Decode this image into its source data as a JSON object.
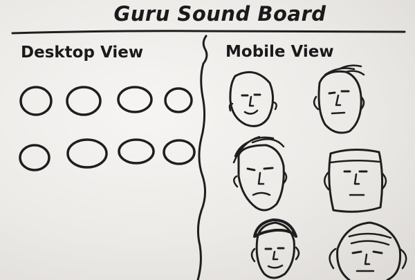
{
  "title": "Guru Sound Board",
  "desktop": {
    "label": "Desktop View",
    "rows": 2,
    "buttons_per_row": 4
  },
  "mobile": {
    "label": "Mobile View",
    "faces": [
      {
        "name": "bald-round-face"
      },
      {
        "name": "spiky-hair-face"
      },
      {
        "name": "long-hair-face"
      },
      {
        "name": "square-head-face"
      },
      {
        "name": "curly-hair-face"
      },
      {
        "name": "balding-wrinkled-face"
      }
    ]
  },
  "colors": {
    "ink": "#1e1e1e",
    "board": "#f2f1ef"
  }
}
